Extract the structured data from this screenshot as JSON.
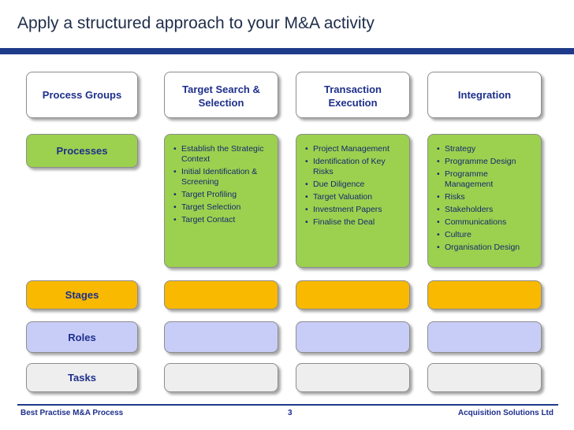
{
  "title": "Apply a structured approach to your M&A activity",
  "rows": {
    "process_groups": "Process Groups",
    "processes": "Processes",
    "stages": "Stages",
    "roles": "Roles",
    "tasks": "Tasks"
  },
  "columns": [
    {
      "header": "Target Search & Selection",
      "processes": [
        "Establish the Strategic Context",
        "Initial Identification & Screening",
        "Target Profiling",
        "Target Selection",
        "Target Contact"
      ]
    },
    {
      "header": "Transaction Execution",
      "processes": [
        "Project Management",
        "Identification of Key Risks",
        "Due Diligence",
        "Target Valuation",
        "Investment Papers",
        "Finalise the Deal"
      ]
    },
    {
      "header": "Integration",
      "processes": [
        "Strategy",
        "Programme Design",
        "Programme Management",
        "Risks",
        "Stakeholders",
        "Communications",
        "Culture",
        "Organisation Design"
      ]
    }
  ],
  "footer": {
    "left": "Best Practise M&A Process",
    "page": "3",
    "right": "Acquisition Solutions Ltd"
  },
  "colors": {
    "green": "#9bd14e",
    "orange": "#f8b900",
    "lavender": "#c8cdf7",
    "grey": "#eeeeee",
    "accent": "#1e3a8a"
  }
}
